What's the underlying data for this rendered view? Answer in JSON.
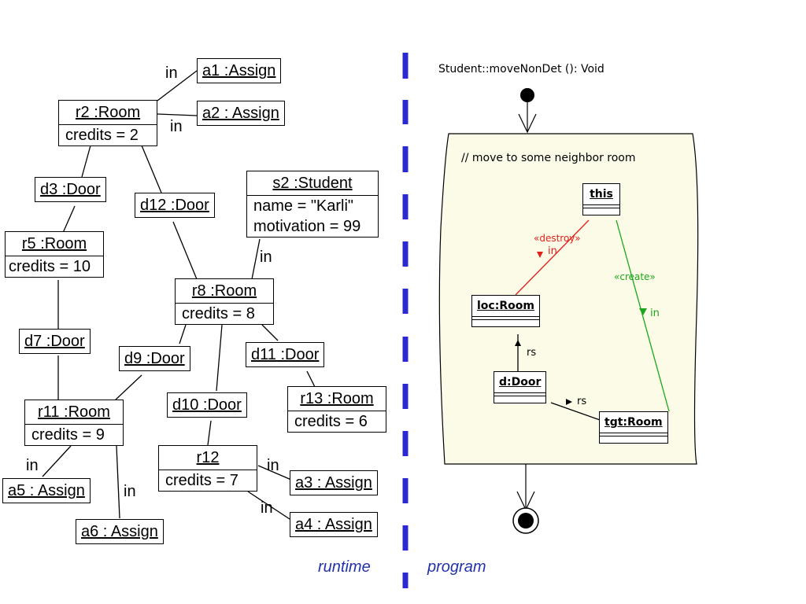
{
  "runtime": {
    "objects": [
      {
        "id": "a1",
        "name": "a1 :Assign",
        "attrs": []
      },
      {
        "id": "a2",
        "name": "a2 : Assign",
        "attrs": []
      },
      {
        "id": "r2",
        "name": "r2 :Room",
        "attrs": [
          "credits = 2"
        ]
      },
      {
        "id": "d3",
        "name": "d3 :Door",
        "attrs": []
      },
      {
        "id": "d12",
        "name": "d12 :Door",
        "attrs": []
      },
      {
        "id": "s2",
        "name": "s2 :Student",
        "attrs": [
          "name = \"Karli\"",
          "motivation = 99"
        ]
      },
      {
        "id": "r5",
        "name": "r5 :Room",
        "attrs": [
          "credits = 10"
        ]
      },
      {
        "id": "r8",
        "name": "r8 :Room",
        "attrs": [
          "credits = 8"
        ]
      },
      {
        "id": "d7",
        "name": "d7 :Door",
        "attrs": []
      },
      {
        "id": "d9",
        "name": "d9 :Door",
        "attrs": []
      },
      {
        "id": "d11",
        "name": "d11 :Door",
        "attrs": []
      },
      {
        "id": "r13",
        "name": "r13 :Room",
        "attrs": [
          "credits = 6"
        ]
      },
      {
        "id": "r11",
        "name": "r11 :Room",
        "attrs": [
          "credits = 9"
        ]
      },
      {
        "id": "d10",
        "name": "d10 :Door",
        "attrs": []
      },
      {
        "id": "r12",
        "name": "r12",
        "attrs": [
          "credits = 7"
        ]
      },
      {
        "id": "a3",
        "name": "a3 : Assign",
        "attrs": []
      },
      {
        "id": "a4",
        "name": "a4 : Assign",
        "attrs": []
      },
      {
        "id": "a5",
        "name": "a5 : Assign",
        "attrs": []
      },
      {
        "id": "a6",
        "name": "a6 : Assign",
        "attrs": []
      }
    ],
    "link_labels": [
      "in",
      "in",
      "in",
      "in",
      "in",
      "in",
      "in"
    ],
    "caption": "runtime"
  },
  "program": {
    "title": "Student::moveNonDet (): Void",
    "comment": "// move to some neighbor room",
    "objects": [
      {
        "id": "this",
        "name": "this"
      },
      {
        "id": "loc",
        "name": "loc:Room"
      },
      {
        "id": "door",
        "name": "d:Door"
      },
      {
        "id": "tgt",
        "name": "tgt:Room"
      }
    ],
    "destroy_label": "«destroy»",
    "destroy_assoc": "in",
    "create_label": "«create»",
    "create_assoc": "in",
    "rs_label_1": "rs",
    "rs_label_2": "rs",
    "caption": "program",
    "colors": {
      "destroy": "#e0201c",
      "create": "#1aa81a",
      "divider": "#2a2ad0",
      "frame_bg": "#fbfbe8"
    }
  }
}
